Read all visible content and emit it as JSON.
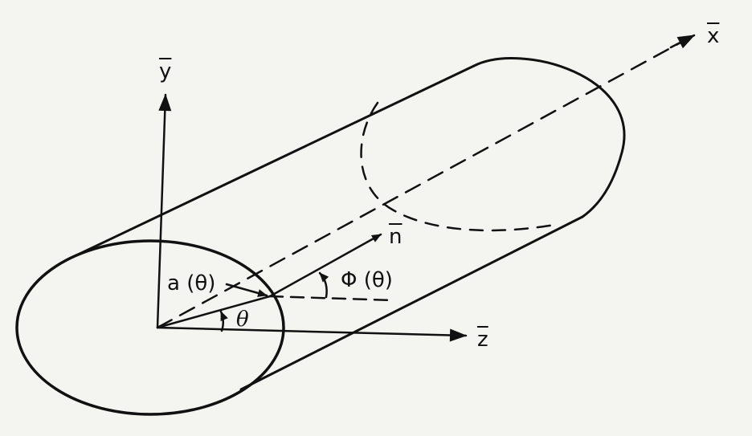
{
  "axes": {
    "x": "x",
    "y": "y",
    "z": "z",
    "n": "n"
  },
  "labels": {
    "a_theta": "a (θ)",
    "phi_theta": "Φ (θ)",
    "theta": "θ"
  },
  "colors": {
    "ink": "#111111",
    "paper": "#f4f4f1"
  }
}
